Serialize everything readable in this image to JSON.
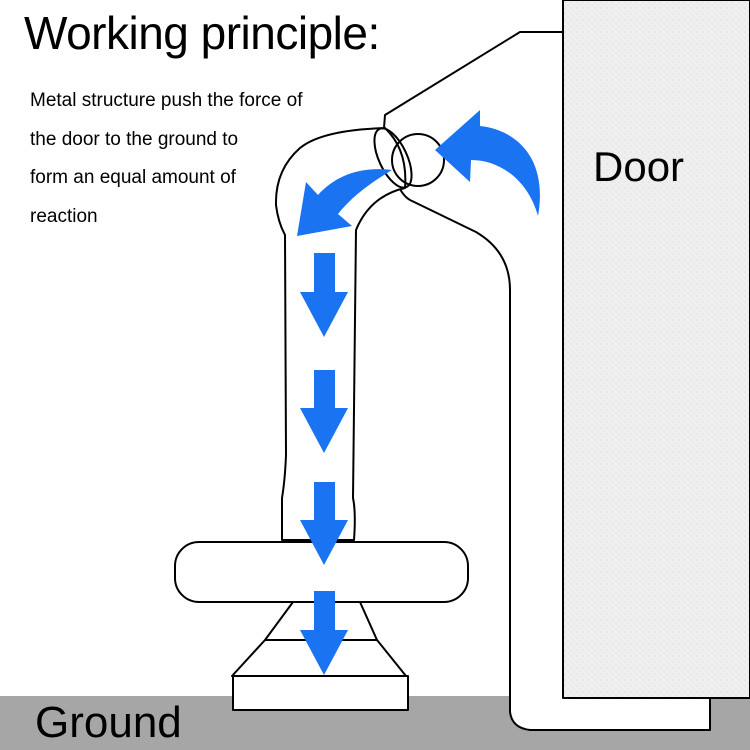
{
  "title": "Working principle:",
  "description": {
    "lines": [
      "Metal structure push the force of",
      "the door to the ground to",
      "form an equal amount of",
      "reaction"
    ]
  },
  "labels": {
    "door": "Door",
    "ground": "Ground"
  },
  "colors": {
    "arrow": "#1a73f0",
    "ground": "#a6a6a6",
    "door_fill": "#eeeeee",
    "outline": "#000000"
  },
  "icons": {
    "curved_arrows": "curved-arrow-icon",
    "down_arrows": "down-arrow-icon"
  }
}
